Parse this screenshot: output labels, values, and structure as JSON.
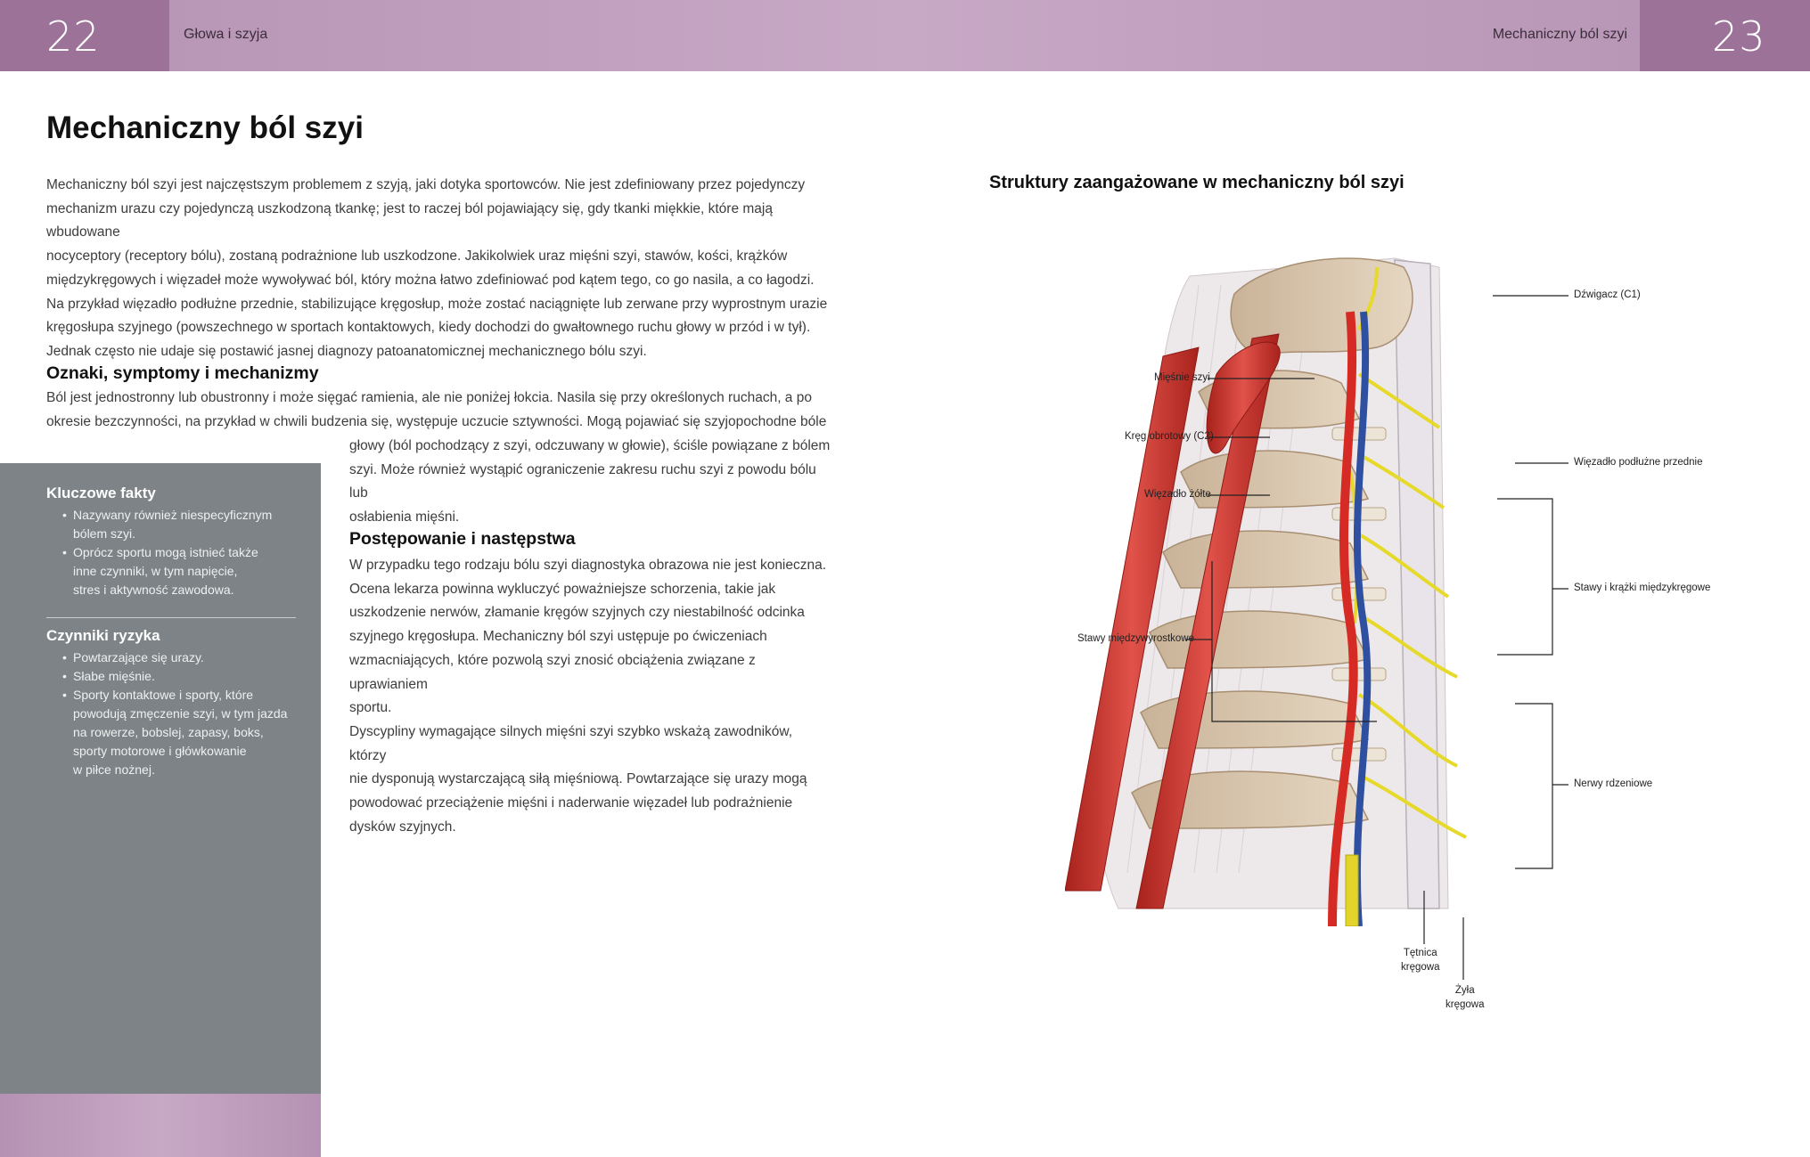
{
  "header": {
    "left_page_number": "22",
    "right_page_number": "23",
    "left_running_title": "Głowa i szyja",
    "right_running_title": "Mechaniczny ból szyi"
  },
  "title": "Mechaniczny ból szyi",
  "intro_lines": [
    "Mechaniczny ból szyi jest najczęstszym problemem z szyją, jaki dotyka sportowców. Nie jest zdefiniowany przez pojedynczy",
    "mechanizm urazu czy pojedynczą uszkodzoną tkankę; jest to raczej ból pojawiający się, gdy tkanki miękkie, które mają wbudowane",
    "nocyceptory (receptory bólu), zostaną podrażnione lub uszkodzone. Jakikolwiek uraz mięśni szyi, stawów, kości, krążków",
    "międzykręgowych i więzadeł może wywoływać ból, który można łatwo zdefiniować pod kątem tego, co go nasila, a co łagodzi.",
    "Na przykład więzadło podłużne przednie, stabilizujące kręgosłup, może zostać naciągnięte lub zerwane przy wyprostnym urazie",
    "kręgosłupa szyjnego (powszechnego w sportach kontaktowych, kiedy dochodzi do gwałtownego ruchu głowy w przód i w tył).",
    "Jednak często nie udaje się postawić jasnej diagnozy patoanatomicznej mechanicznego bólu szyi."
  ],
  "section_signs": {
    "heading": "Oznaki, symptomy i mechanizmy",
    "wide_lines": [
      "Ból jest jednostronny lub obustronny i może sięgać ramienia, ale nie poniżej łokcia. Nasila się przy określonych ruchach, a po",
      "okresie bezczynności, na przykład w chwili budzenia się, występuje uczucie sztywności. Mogą pojawiać się szyjopochodne bóle"
    ],
    "narrow_lines": [
      "głowy (ból pochodzący z szyi, odczuwany w głowie), ściśle powiązane z bólem",
      "szyi. Może również wystąpić ograniczenie zakresu ruchu szyi z powodu bólu lub",
      "osłabienia mięśni."
    ]
  },
  "section_management": {
    "heading": "Postępowanie i następstwa",
    "para1_lines": [
      "W przypadku tego rodzaju bólu szyi diagnostyka obrazowa nie jest konieczna.",
      "Ocena lekarza powinna wykluczyć poważniejsze schorzenia, takie jak",
      "uszkodzenie nerwów, złamanie kręgów szyjnych czy niestabilność odcinka",
      "szyjnego kręgosłupa. Mechaniczny ból szyi ustępuje po ćwiczeniach",
      "wzmacniających, które pozwolą szyi znosić obciążenia związane z uprawianiem",
      "sportu."
    ],
    "para2_lines": [
      "Dyscypliny wymagające silnych mięśni szyi szybko wskażą zawodników, którzy",
      "nie dysponują wystarczającą siłą mięśniową. Powtarzające się urazy mogą",
      "powodować przeciążenie mięśni i naderwanie więzadeł lub podrażnienie",
      "dysków szyjnych."
    ]
  },
  "sidebar": {
    "key_facts_title": "Kluczowe fakty",
    "key_facts": [
      [
        "Nazywany również niespecyficznym",
        "bólem szyi."
      ],
      [
        "Oprócz sportu mogą istnieć także",
        "inne czynniki, w tym napięcie,",
        "stres i aktywność zawodowa."
      ]
    ],
    "risk_title": "Czynniki ryzyka",
    "risk_factors": [
      [
        "Powtarzające się urazy."
      ],
      [
        "Słabe mięśnie."
      ],
      [
        "Sporty kontaktowe i sporty, które",
        "powodują zmęczenie szyi, w tym jazda",
        "na rowerze, bobslej, zapasy, boks,",
        "sporty motorowe i główkowanie",
        "w piłce nożnej."
      ]
    ]
  },
  "figure": {
    "title": "Struktury zaangażowane w mechaniczny ból szyi",
    "labels": {
      "atlas": "Dźwigacz (C1)",
      "muscles": "Mięśnie szyi",
      "axis": "Kręg obrotowy (C2)",
      "ligamentum_flavum": "Więzadło żółte",
      "anterior_ligament": "Więzadło podłużne przednie",
      "joints_discs": "Stawy i krążki międzykręgowe",
      "facet_joints": "Stawy międzywyrostkowe",
      "spinal_nerves": "Nerwy rdzeniowe",
      "artery_1": "Tętnica",
      "artery_2": "kręgowa",
      "vein_1": "Żyła",
      "vein_2": "kręgowa"
    },
    "colors": {
      "bone": "#d9c6ad",
      "muscle": "#c8352c",
      "artery": "#d62b24",
      "vein": "#2f4fa0",
      "nerve": "#e6d92a",
      "ligament": "#e7e3e8"
    }
  }
}
